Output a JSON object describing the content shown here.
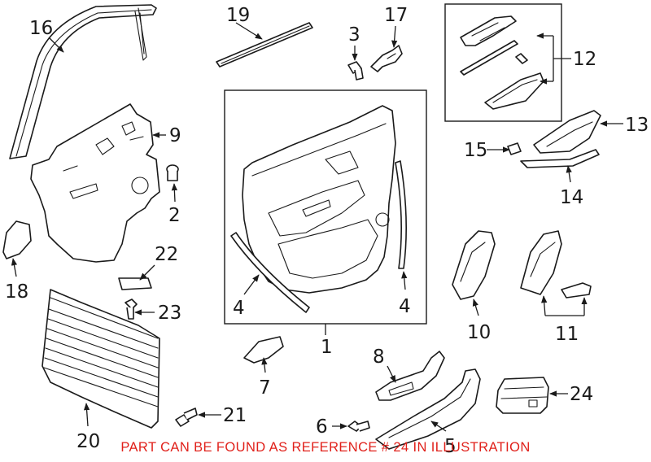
{
  "diagram": {
    "callouts": [
      {
        "id": "c16",
        "label": "16"
      },
      {
        "id": "c19",
        "label": "19"
      },
      {
        "id": "c3",
        "label": "3"
      },
      {
        "id": "c17",
        "label": "17"
      },
      {
        "id": "c12",
        "label": "12"
      },
      {
        "id": "c9",
        "label": "9"
      },
      {
        "id": "c2",
        "label": "2"
      },
      {
        "id": "c13",
        "label": "13"
      },
      {
        "id": "c15",
        "label": "15"
      },
      {
        "id": "c14",
        "label": "14"
      },
      {
        "id": "c18",
        "label": "18"
      },
      {
        "id": "c22",
        "label": "22"
      },
      {
        "id": "c23",
        "label": "23"
      },
      {
        "id": "c4a",
        "label": "4"
      },
      {
        "id": "c4b",
        "label": "4"
      },
      {
        "id": "c10",
        "label": "10"
      },
      {
        "id": "c11",
        "label": "11"
      },
      {
        "id": "c1",
        "label": "1"
      },
      {
        "id": "c7",
        "label": "7"
      },
      {
        "id": "c8",
        "label": "8"
      },
      {
        "id": "c24",
        "label": "24"
      },
      {
        "id": "c21",
        "label": "21"
      },
      {
        "id": "c20",
        "label": "20"
      },
      {
        "id": "c6",
        "label": "6"
      },
      {
        "id": "c5",
        "label": "5"
      }
    ],
    "notice": "PART CAN BE FOUND AS REFERENCE # 24 IN ILLUSTRATION",
    "colors": {
      "line": "#1a1a1a",
      "notice": "#e0201a",
      "background": "#ffffff"
    }
  }
}
